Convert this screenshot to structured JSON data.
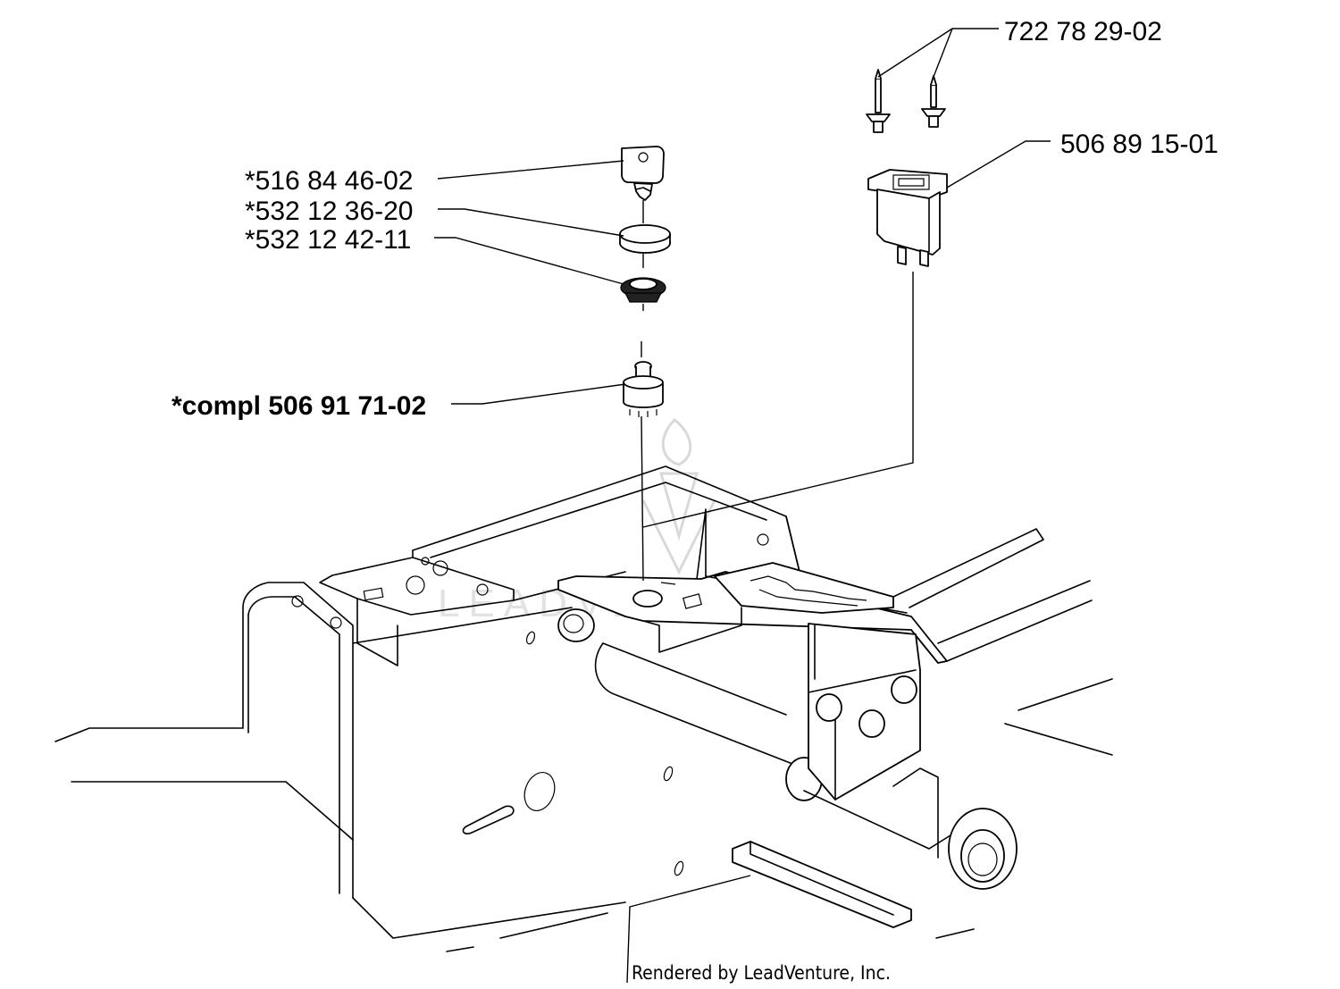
{
  "labels": {
    "rivet": "722 78 29-02",
    "switch": "506 89 15-01",
    "key": "*516 84 46-02",
    "nut": "*532 12 36-20",
    "washer": "*532 12 42-11",
    "ignition": "*compl 506 91 71-02"
  },
  "watermark": "LEADVENTURE",
  "credit": "Rendered by LeadVenture, Inc."
}
